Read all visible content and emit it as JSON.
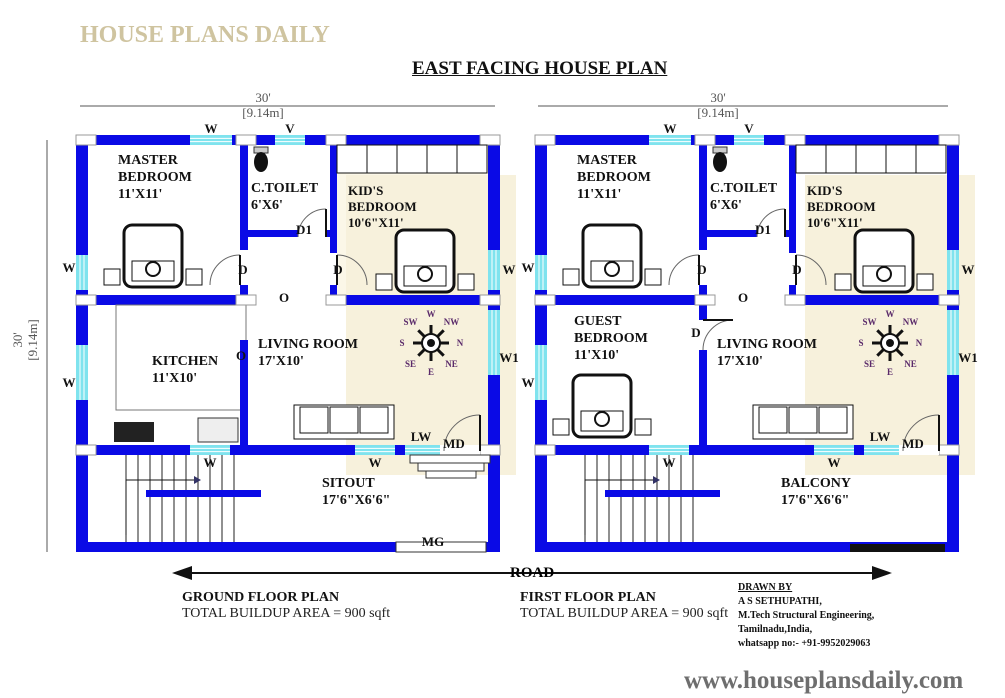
{
  "title": "EAST FACING HOUSE PLAN",
  "dimension": {
    "width_ft": "30'",
    "width_m": "[9.14m]",
    "depth_ft": "30'",
    "depth_m": "[9.14m]"
  },
  "road_label": "ROAD",
  "plans": [
    {
      "name": "GROUND FLOOR PLAN",
      "area": "TOTAL BUILDUP AREA = 900 sqft",
      "rooms": {
        "master": "MASTER\nBEDROOM\n11'X11'",
        "toilet": "C.TOILET\n6'X6'",
        "kids": "KID'S\nBEDROOM\n10'6\"X11'",
        "left_lower": "KITCHEN\n11'X10'",
        "living": "LIVING ROOM\n17'X10'",
        "front": "SITOUT\n17'6\"X6'6\""
      },
      "markers": {
        "w_top": "W",
        "v_top": "V",
        "w_left": "W",
        "d_master": "D",
        "d_kids": "D",
        "d1": "D1",
        "o_top": "O",
        "o_left": "O",
        "w_left2": "W",
        "w_right": "W",
        "w1": "W1",
        "w_low1": "W",
        "w_low2": "W",
        "lw": "LW",
        "md": "MD",
        "mg": "MG"
      }
    },
    {
      "name": "FIRST FLOOR PLAN",
      "area": "TOTAL BUILDUP AREA = 900 sqft",
      "rooms": {
        "master": "MASTER\nBEDROOM\n11'X11'",
        "toilet": "C.TOILET\n6'X6'",
        "kids": "KID'S\nBEDROOM\n10'6\"X11'",
        "left_lower": "GUEST\nBEDROOM\n11'X10'",
        "living": "LIVING ROOM\n17'X10'",
        "front": "BALCONY\n17'6\"X6'6\""
      },
      "markers": {
        "w_top": "W",
        "v_top": "V",
        "w_left": "W",
        "d_master": "D",
        "d_kids": "D",
        "d1": "D1",
        "o_top": "O",
        "d_guest": "D",
        "w_left2": "W",
        "w_right": "W",
        "w1": "W1",
        "w_low1": "W",
        "w_low2": "W",
        "lw": "LW",
        "md": "MD"
      }
    }
  ],
  "compass": [
    "N",
    "NE",
    "E",
    "SE",
    "S",
    "SW",
    "W",
    "NW"
  ],
  "credit": {
    "heading": "DRAWN BY",
    "name": "A S SETHUPATHI,",
    "qualification": "M.Tech Structural Engineering,",
    "location": "Tamilnadu,India,",
    "contact": "whatsapp no:- +91-9952029063"
  },
  "website": "www.houseplansdaily.com",
  "watermark": "HOUSE PLANS DAILY",
  "colors": {
    "wall": "#0a0ae6",
    "window": "#7fe3ee",
    "watermark": "#f7f1dc",
    "text": "#111111"
  }
}
